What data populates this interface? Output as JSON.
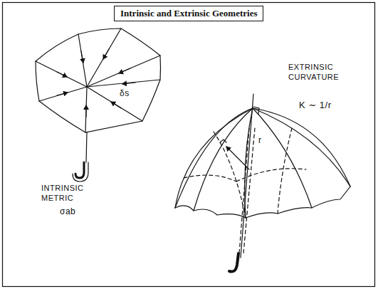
{
  "diagram": {
    "title": "Intrinsic and Extrinsic Geometries",
    "labels": [
      "INTRINSIC METRIC",
      "σab",
      "δs",
      "EXTRINSIC CURVATURE",
      "K ∼ 1/r",
      "r"
    ]
  }
}
